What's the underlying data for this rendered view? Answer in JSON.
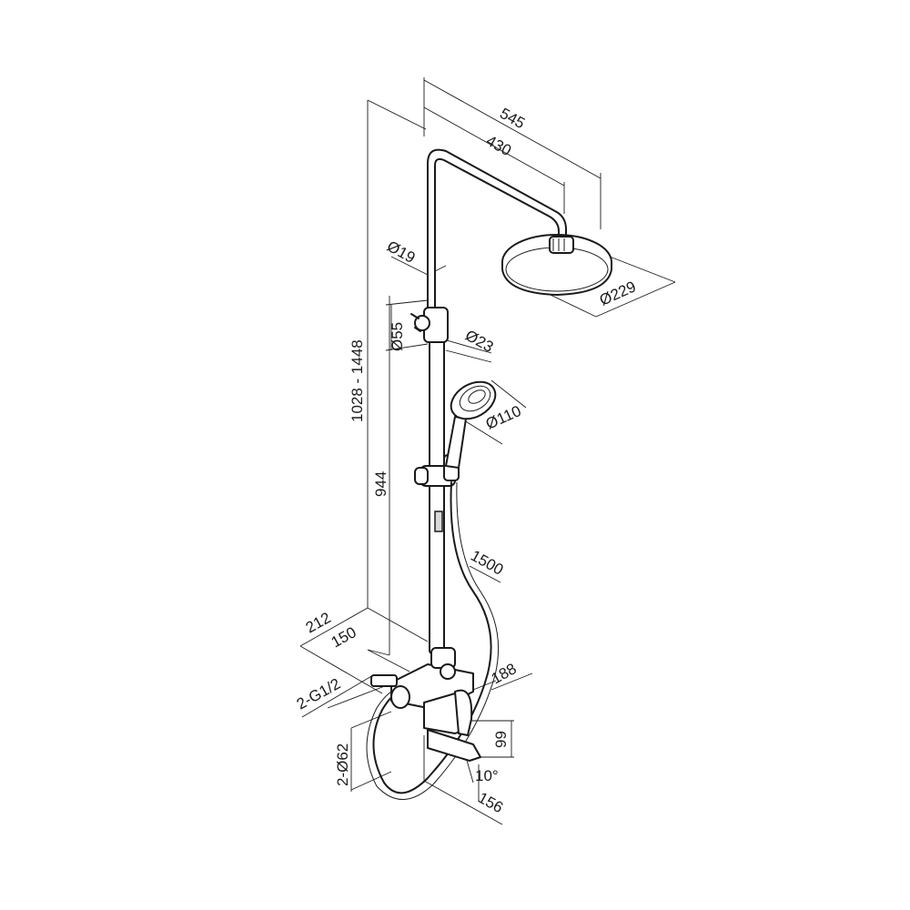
{
  "dimensions": {
    "overall_width": "545",
    "arm_length": "430",
    "pipe_diameter": "Ø19",
    "head_diameter": "Ø229",
    "bracket_diameter": "Ø55",
    "slider_diameter": "Ø23",
    "hand_shower_diameter": "Ø110",
    "height_range": "1028 - 1448",
    "rail_height": "944",
    "hose_length": "1500",
    "depth_outer": "212",
    "depth_inner": "150",
    "inlet_thread": "2-G1/2",
    "escutcheon_diameter": "2-Ø62",
    "mixer_offset": "188",
    "spout_height": "99",
    "spout_angle": "10°",
    "spout_length": "156"
  },
  "colors": {
    "line": "#1a1a1a",
    "fill": "#ffffff",
    "shade": "#d9d9d9"
  }
}
